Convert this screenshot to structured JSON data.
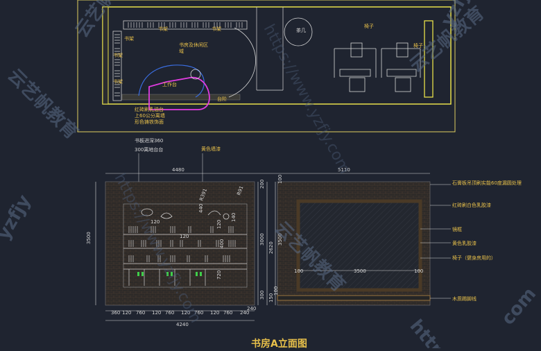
{
  "plan": {
    "labels": {
      "book_shelf_top": "书架",
      "book_shelf_left_1": "书架",
      "book_shelf_left_2": "书架",
      "book_shelf_left_3": "书架",
      "study_area": "书房及休闲区",
      "study_area_2": "域",
      "work_table": "工作台",
      "table_bar": "台阶",
      "tea_table": "茶几",
      "chair_top": "椅子",
      "chair_right": "椅子",
      "note_1": "红砖刷乳油台",
      "note_2": "上60公分离墙",
      "note_3": "形色铸铁饰面"
    }
  },
  "elevation": {
    "title": "书房A立面图",
    "notes_left_top": [
      "书板进深360",
      "300离地台台"
    ],
    "note_yellow_wall": "黄色墙漆",
    "right_notes": [
      "石膏板吊顶刷实能60度漏圆处理",
      "红砖刷白色乳胶漆",
      "镜框",
      "黄色乳胶漆",
      "椅子（健身房用的）",
      "木质踢脚线"
    ],
    "dims_top": [
      "4480",
      "5110"
    ],
    "dims_left": [
      "3500"
    ],
    "dims_mid": [
      "3000",
      "2620",
      "3500"
    ],
    "dims_small": [
      "200",
      "100",
      "100",
      "100",
      "100",
      "300",
      "150",
      "3500"
    ],
    "dims_bottom": [
      "360",
      "120",
      "760",
      "120",
      "760",
      "120",
      "760",
      "120",
      "760",
      "240",
      "240"
    ],
    "dim_total_bottom": "4240",
    "shelf_dims": [
      "120",
      "120",
      "440",
      "140",
      "720",
      "400",
      "120",
      "R391",
      "R91"
    ]
  },
  "watermarks": [
    "https://www.yzfjy.com",
    "云艺帆教育",
    "yzfjy",
    "云艺帆教育",
    "云艺帆教育",
    "云艺帆教育",
    "https://www.yzfjy.com",
    "http",
    "yzfjy",
    "com"
  ],
  "colors": {
    "background": "#1f2430",
    "line_yellow": "#e8e04a",
    "magenta": "#e23ce2",
    "blue": "#3a6de0",
    "white": "#d8d8d8",
    "brick": "#3d3128"
  }
}
